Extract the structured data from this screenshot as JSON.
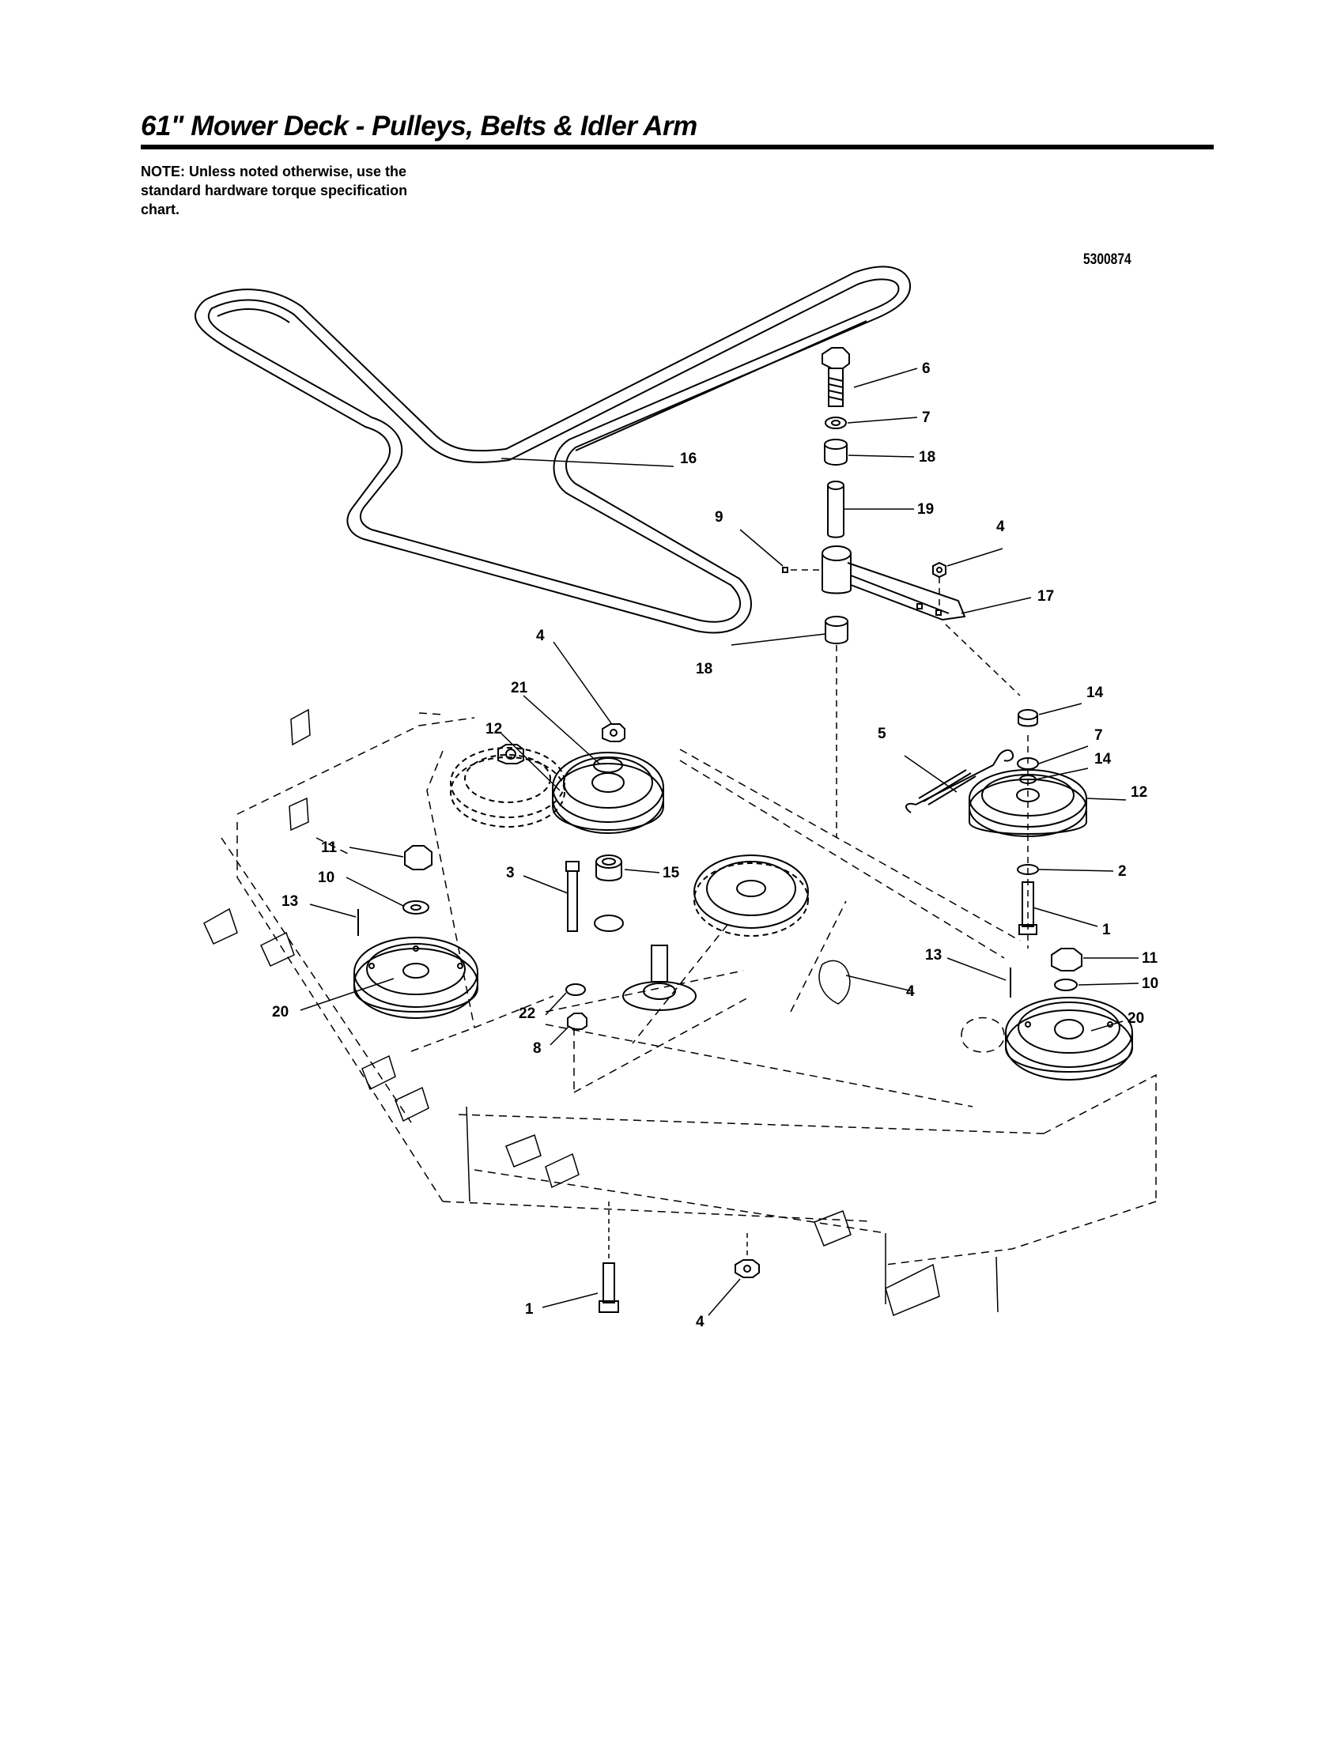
{
  "header": {
    "title": "61\" Mower Deck - Pulleys, Belts & Idler Arm",
    "note": "NOTE: Unless noted otherwise, use the standard hardware torque specification chart.",
    "part_number": "5300874"
  },
  "callouts": {
    "c1a": "1",
    "c1b": "1",
    "c2": "2",
    "c3": "3",
    "c4a": "4",
    "c4b": "4",
    "c4c": "4",
    "c4d": "4",
    "c5": "5",
    "c6": "6",
    "c7a": "7",
    "c7b": "7",
    "c8": "8",
    "c9": "9",
    "c10a": "10",
    "c10b": "10",
    "c11a": "11",
    "c11b": "11",
    "c12a": "12",
    "c12b": "12",
    "c13a": "13",
    "c13b": "13",
    "c14a": "14",
    "c14b": "14",
    "c15": "15",
    "c16": "16",
    "c17": "17",
    "c18a": "18",
    "c18b": "18",
    "c19": "19",
    "c20a": "20",
    "c20b": "20",
    "c21": "21",
    "c22": "22"
  }
}
